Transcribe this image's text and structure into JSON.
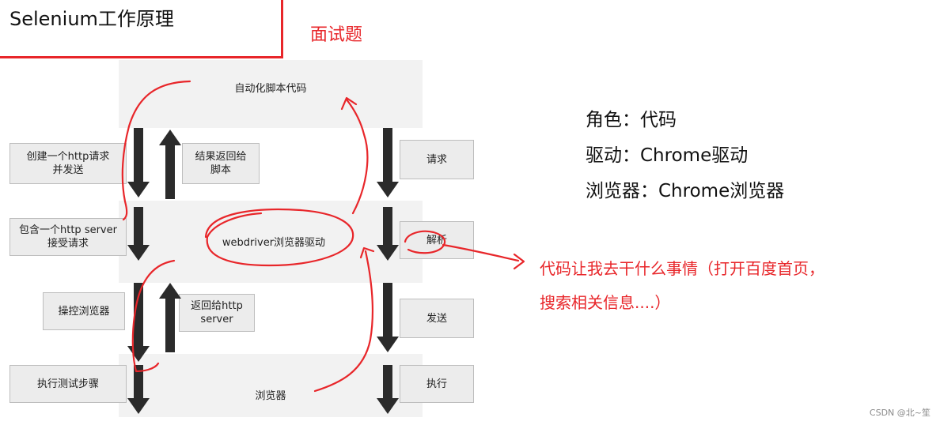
{
  "title": "Selenium工作原理",
  "tag": "面试题",
  "bands": {
    "script": "自动化脚本代码",
    "driver": "webdriver浏览器驱动",
    "browser": "浏览器"
  },
  "left_steps": {
    "create_request": "创建一个http请求\n并发送",
    "receive_request": "包含一个http server\n接受请求",
    "operate_browser": "操控浏览器",
    "execute_steps": "执行测试步骤"
  },
  "middle_steps": {
    "return_result": "结果返回给\n脚本",
    "return_http": "返回给http\nserver"
  },
  "right_steps": {
    "request": "请求",
    "parse": "解析",
    "send": "发送",
    "execute": "执行"
  },
  "roles": [
    "角色：代码",
    "驱动：Chrome驱动",
    "浏览器：Chrome浏览器"
  ],
  "note_lines": [
    "代码让我去干什么事情（打开百度首页，",
    "搜索相关信息....）"
  ],
  "watermark": "CSDN @北~笙",
  "colors": {
    "annotation_red": "#e8262a",
    "arrow_dark": "#2b2b2b",
    "band_gray": "#f2f2f2",
    "box_gray": "#ececec"
  }
}
